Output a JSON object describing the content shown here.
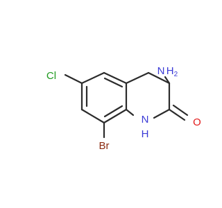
{
  "molecule": {
    "colors": {
      "bond": "#2b2b2b",
      "carbon": "#2b2b2b",
      "nitrogen": "#3a3ad6",
      "oxygen": "#e21a1a",
      "chlorine": "#1f9a1f",
      "bromine": "#8b2a10"
    },
    "labels": {
      "chlorine": "Cl",
      "bromine": "Br",
      "ring_nh_n": "N",
      "ring_nh_h": "H",
      "oxygen": "O",
      "amino_n": "N",
      "amino_h": "H",
      "amino_h_count": "2"
    }
  }
}
